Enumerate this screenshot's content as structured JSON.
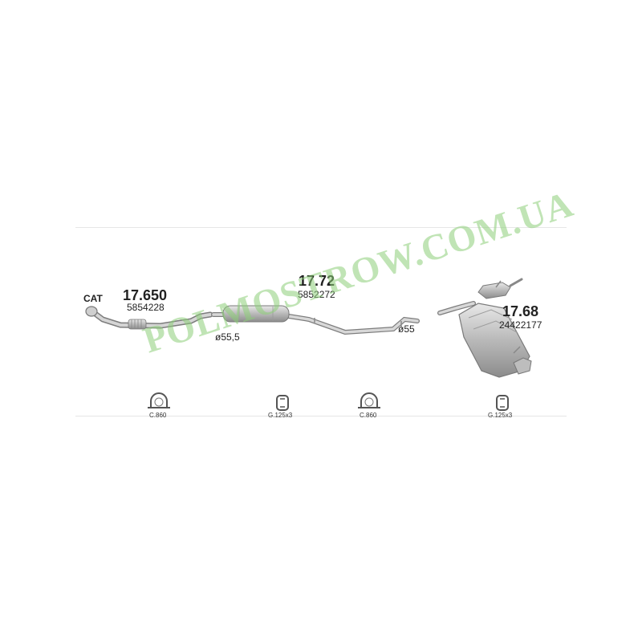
{
  "labels": {
    "cat": "CAT",
    "diameters": {
      "front": "ø55,5",
      "rear": "ø55"
    }
  },
  "parts": [
    {
      "part_number": "17.650",
      "oem_number": "5854228"
    },
    {
      "part_number": "17.72",
      "oem_number": "5852272"
    },
    {
      "part_number": "17.68",
      "oem_number": "24422177"
    }
  ],
  "fittings": [
    {
      "code": "C.860",
      "icon": "clamp-icon"
    },
    {
      "code": "G.125x3",
      "icon": "rubber-hanger-icon"
    },
    {
      "code": "C.860",
      "icon": "clamp-icon"
    },
    {
      "code": "G.125x3",
      "icon": "rubber-hanger-icon"
    }
  ],
  "watermark": "POLMOSTROW.COM.UA",
  "colors": {
    "metal": "#c4c4c4",
    "metal_dark": "#8f8f8f",
    "watermark": "#8ccd78"
  }
}
